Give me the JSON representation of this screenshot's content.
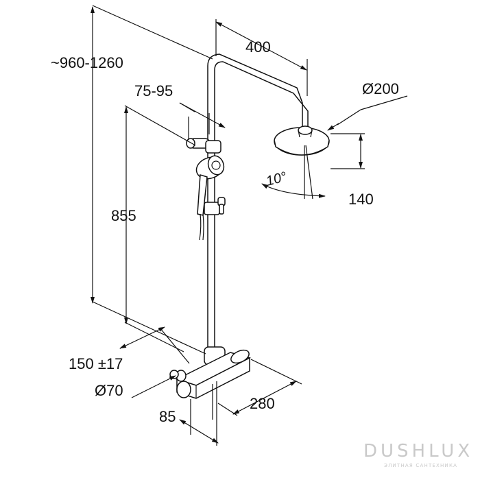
{
  "dimensions": {
    "total_height": "~960-1260",
    "arm_length": "400",
    "holder_adjust": "75-95",
    "head_diameter": "Ø200",
    "head_height": "140",
    "tilt_angle": "10°",
    "rail_height": "855",
    "connection_spacing": "150 ±17",
    "thermostat_diameter": "Ø70",
    "wall_projection": "85",
    "thermostat_width": "280"
  },
  "watermark": {
    "brand": "DUSHLUX",
    "tagline": "ЭЛИТНАЯ САНТЕХНИКА"
  }
}
